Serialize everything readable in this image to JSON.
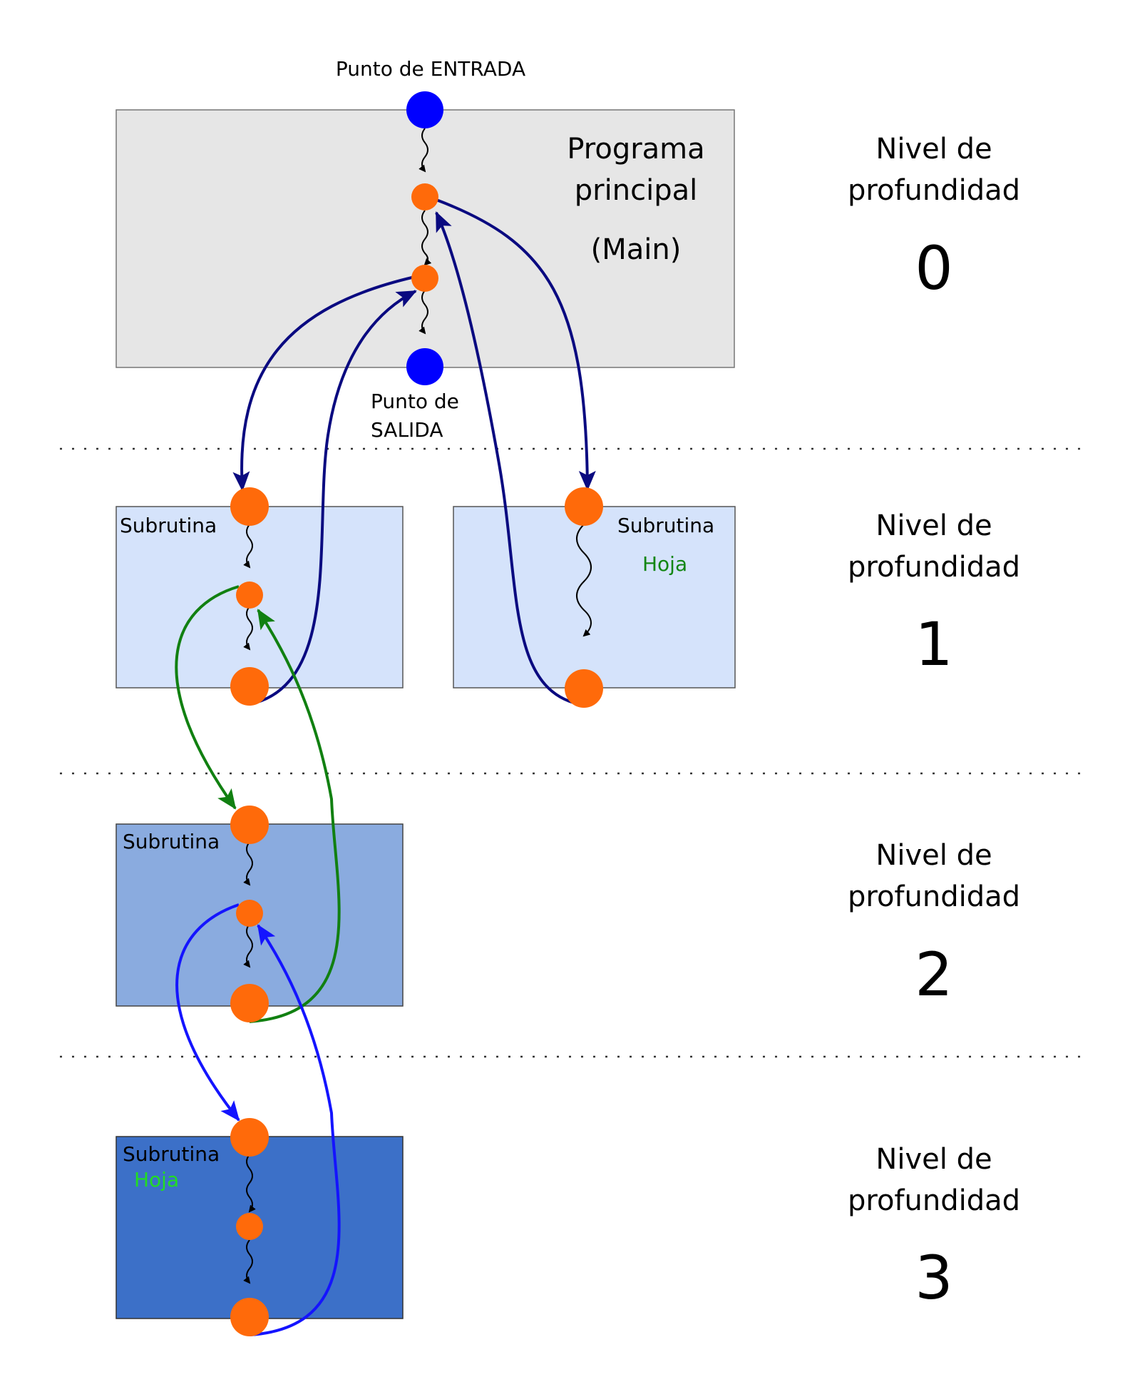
{
  "main": {
    "entry_label": "Punto de ENTRADA",
    "title_line1": "Programa",
    "title_line2": "principal",
    "title_line3": "(Main)",
    "exit_label_line1": "Punto de",
    "exit_label_line2": "SALIDA"
  },
  "levels": [
    {
      "label_line1": "Nivel de",
      "label_line2": "profundidad",
      "number": "0"
    },
    {
      "label_line1": "Nivel de",
      "label_line2": "profundidad",
      "number": "1"
    },
    {
      "label_line1": "Nivel de",
      "label_line2": "profundidad",
      "number": "2"
    },
    {
      "label_line1": "Nivel de",
      "label_line2": "profundidad",
      "number": "3"
    }
  ],
  "subroutines": {
    "l1_left": {
      "label": "Subrutina"
    },
    "l1_right": {
      "label": "Subrutina",
      "leaf": "Hoja"
    },
    "l2": {
      "label": "Subrutina"
    },
    "l3": {
      "label": "Subrutina",
      "leaf": "Hoja"
    }
  },
  "colors": {
    "main_box": "#e6e6e6",
    "level1_box": "#d5e3fb",
    "level2_box": "#8aabdf",
    "level3_box": "#3c70c8",
    "entry_exit_node": "#0000ff",
    "call_node": "#ff6a0a",
    "arrow_level0_1": "#0a0a80",
    "arrow_level1_2": "#118011",
    "arrow_level2_3": "#1414ff",
    "leaf_label_level1": "#138613",
    "leaf_label_level3": "#22dd22"
  }
}
